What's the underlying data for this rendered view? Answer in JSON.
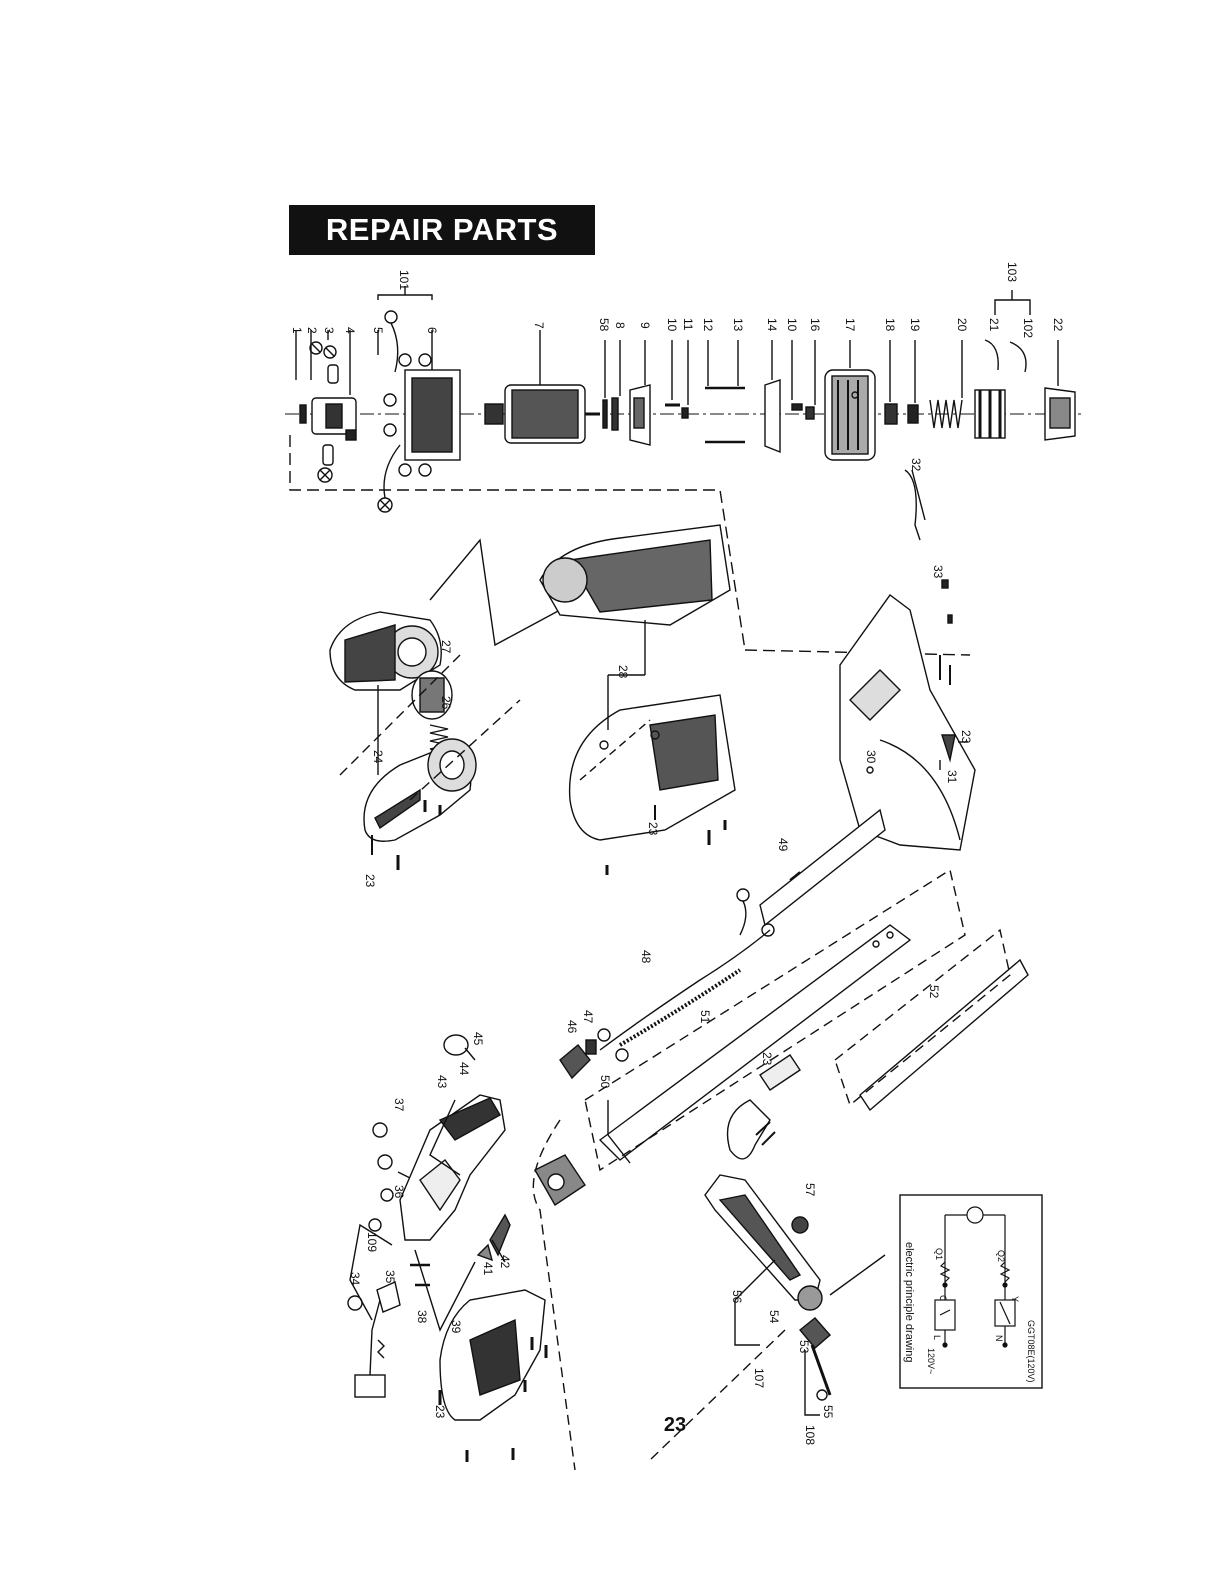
{
  "header": {
    "title": "REPAIR PARTS cont."
  },
  "page_number": "23",
  "parts": {
    "p1": "1",
    "p2": "2",
    "p3": "3",
    "p4": "4",
    "p5": "5",
    "p6": "6",
    "p7": "7",
    "p58": "58",
    "p8": "8",
    "p9": "9",
    "p10a": "10",
    "p11": "11",
    "p12": "12",
    "p13": "13",
    "p14": "14",
    "p10b": "10",
    "p16": "16",
    "p17": "17",
    "p18": "18",
    "p19": "19",
    "p20": "20",
    "p21": "21",
    "p103": "103",
    "p102": "102",
    "p22": "22",
    "p101": "101",
    "p32": "32",
    "p33": "33",
    "p27": "27",
    "p26": "26",
    "p24": "24",
    "p23a": "23",
    "p23b": "23",
    "p23c": "23",
    "p23d": "23",
    "p23e": "23",
    "p28": "28",
    "p30": "30",
    "p31": "31",
    "p49": "49",
    "p48": "48",
    "p47": "47",
    "p46": "46",
    "p51": "51",
    "p52": "52",
    "p50": "50",
    "p45": "45",
    "p44": "44",
    "p43": "43",
    "p37": "37",
    "p36": "36",
    "p109": "109",
    "p34": "34",
    "p35": "35",
    "p38": "38",
    "p39": "39",
    "p41": "41",
    "p42": "42",
    "p57": "57",
    "p56": "56",
    "p54": "54",
    "p53": "53",
    "p55": "55",
    "p107": "107",
    "p108": "108"
  },
  "electric": {
    "title": "electric principle drawing",
    "voltage": "120V~",
    "c": "C",
    "q1": "Q1",
    "q2": "Q2",
    "m": "M",
    "l": "L",
    "n": "N",
    "y": "Y",
    "model": "GGT08E(120V)"
  }
}
